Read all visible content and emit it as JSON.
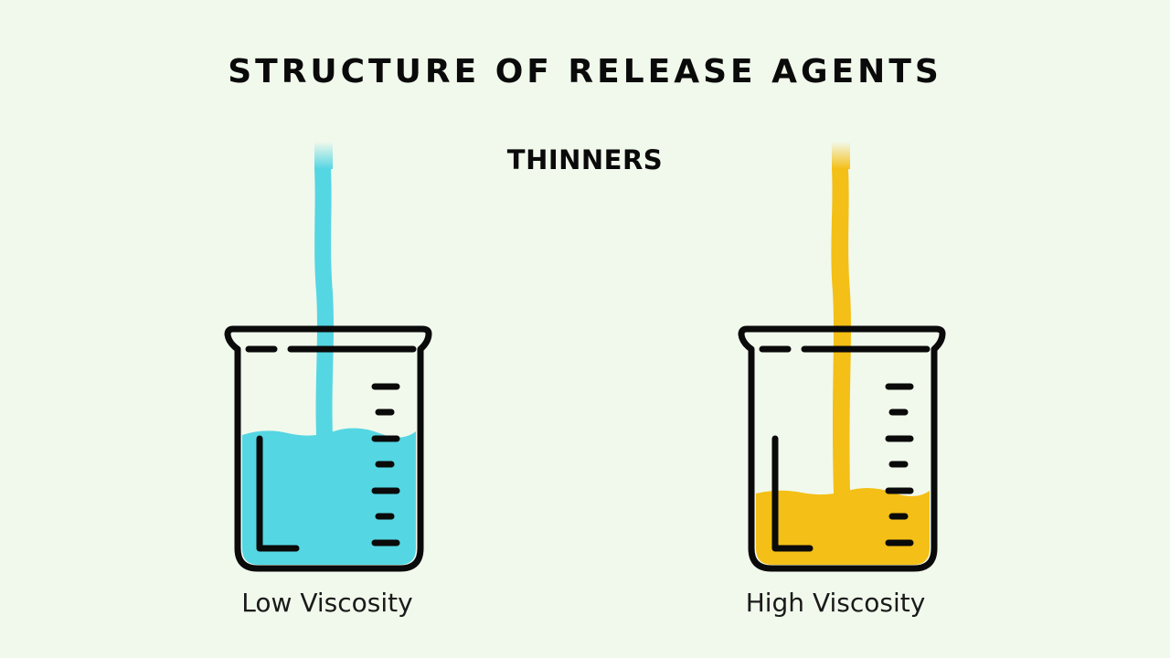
{
  "title": "STRUCTURE OF RELEASE AGENTS",
  "subtitle": "THINNERS",
  "background": "#f1f9ec",
  "beakers": [
    {
      "label": "Low Viscosity",
      "liquid_color": "#55d6e3",
      "fill_level": 0.52,
      "stream": "thin"
    },
    {
      "label": "High Viscosity",
      "liquid_color": "#f4bf16",
      "fill_level": 0.27,
      "stream": "thin"
    }
  ],
  "outline_color": "#0a0a0a"
}
